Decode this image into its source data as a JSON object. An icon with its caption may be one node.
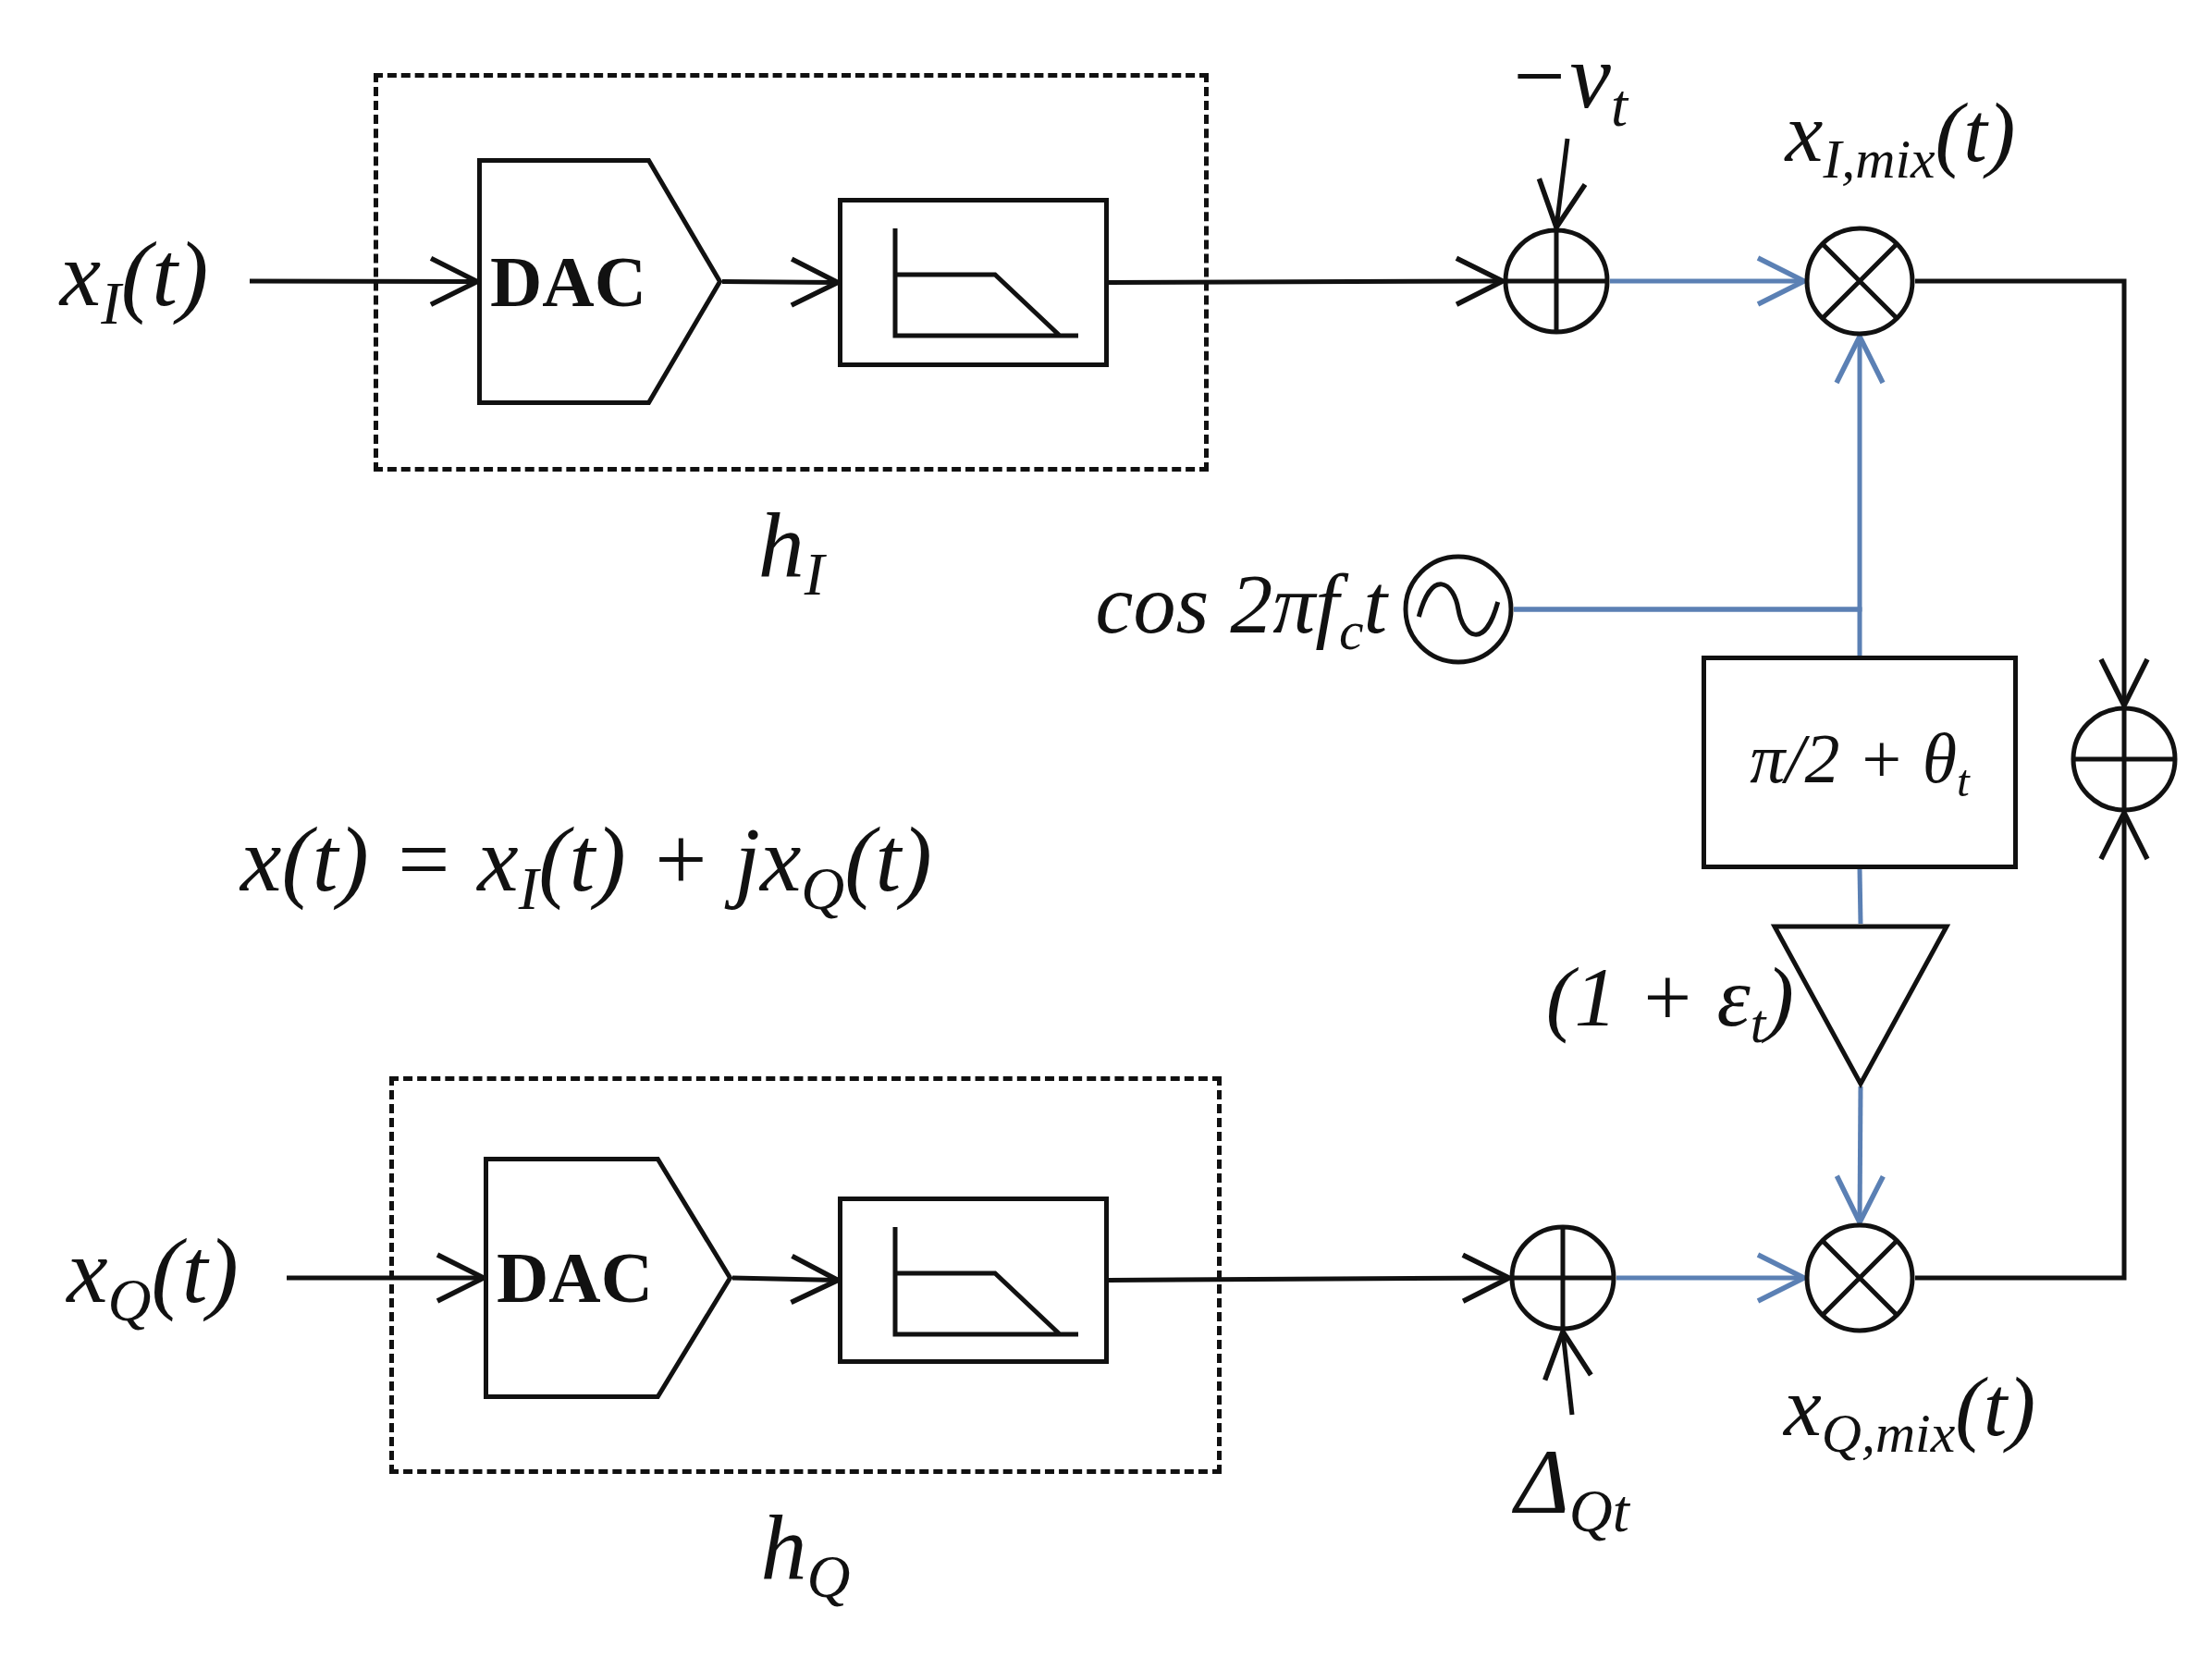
{
  "diagram": {
    "nodes": [
      {
        "text": [
          "x$_{I}$(t)"
        ]
      },
      {
        "text": [
          "h$_{I}$"
        ]
      },
      {
        "text": [
          "DAC"
        ],
        "in": 1
      },
      {
        "text": [],
        "shape": "box",
        "in": 1
      },
      {
        "text": [
          "−v$_{t}$"
        ]
      },
      {
        "text": [],
        "shape": "circle"
      },
      {
        "text": [],
        "shape": "circle",
        "beside": [
          "x$_{I,mix}$(t)"
        ]
      },
      {
        "text": [],
        "shape": "circle",
        "beside": [
          "cos 2πf$_{c}$t"
        ]
      },
      {
        "text": [
          "π/2 + θ$_{t}$"
        ]
      },
      {
        "text": [],
        "shape": "circle"
      },
      {
        "text": [],
        "shape": "triangle",
        "beside": [
          "(1 + ε$_{t}$)"
        ]
      },
      {
        "text": [
          "x$_{Q}$(t)"
        ]
      },
      {
        "text": [
          "h$_{Q}$"
        ]
      },
      {
        "text": [
          "DAC"
        ],
        "in": 12
      },
      {
        "text": [],
        "shape": "box",
        "in": 12
      },
      {
        "text": [],
        "shape": "circle"
      },
      {
        "text": [],
        "shape": "circle",
        "beside": [
          "x$_{Q,mix}$(t)"
        ]
      },
      {
        "text": [
          "Δ$_{Qt}$"
        ]
      }
    ],
    "edges": [
      {
        "from": 0,
        "to": 2,
        "arrow": "to"
      },
      {
        "from": 2,
        "to": 3,
        "arrow": "to"
      },
      {
        "from": 3,
        "to": 5,
        "arrow": "to"
      },
      {
        "from": 4,
        "to": 5,
        "arrow": "to"
      },
      {
        "from": 5,
        "to": 6,
        "arrow": "to",
        "color": "#5b80b4"
      },
      {
        "from": 7,
        "to": 6,
        "arrow": "to",
        "color": "#5b80b4"
      },
      {
        "from": 7,
        "to": 8,
        "arrow": "none",
        "color": "#5b80b4"
      },
      {
        "from": 8,
        "to": 10,
        "arrow": "none",
        "color": "#5b80b4"
      },
      {
        "from": 10,
        "to": 16,
        "arrow": "to",
        "color": "#5b80b4"
      },
      {
        "from": 6,
        "to": 9,
        "arrow": "to"
      },
      {
        "from": 16,
        "to": 9,
        "arrow": "to"
      },
      {
        "from": 11,
        "to": 13,
        "arrow": "to"
      },
      {
        "from": 13,
        "to": 14,
        "arrow": "to"
      },
      {
        "from": 14,
        "to": 15,
        "arrow": "to"
      },
      {
        "from": 17,
        "to": 15,
        "arrow": "to"
      },
      {
        "from": 15,
        "to": 16,
        "arrow": "to",
        "color": "#5b80b4"
      }
    ],
    "labels": [
      "x(t) = x$_{I}$(t) + jx$_{Q}$(t)"
    ]
  }
}
